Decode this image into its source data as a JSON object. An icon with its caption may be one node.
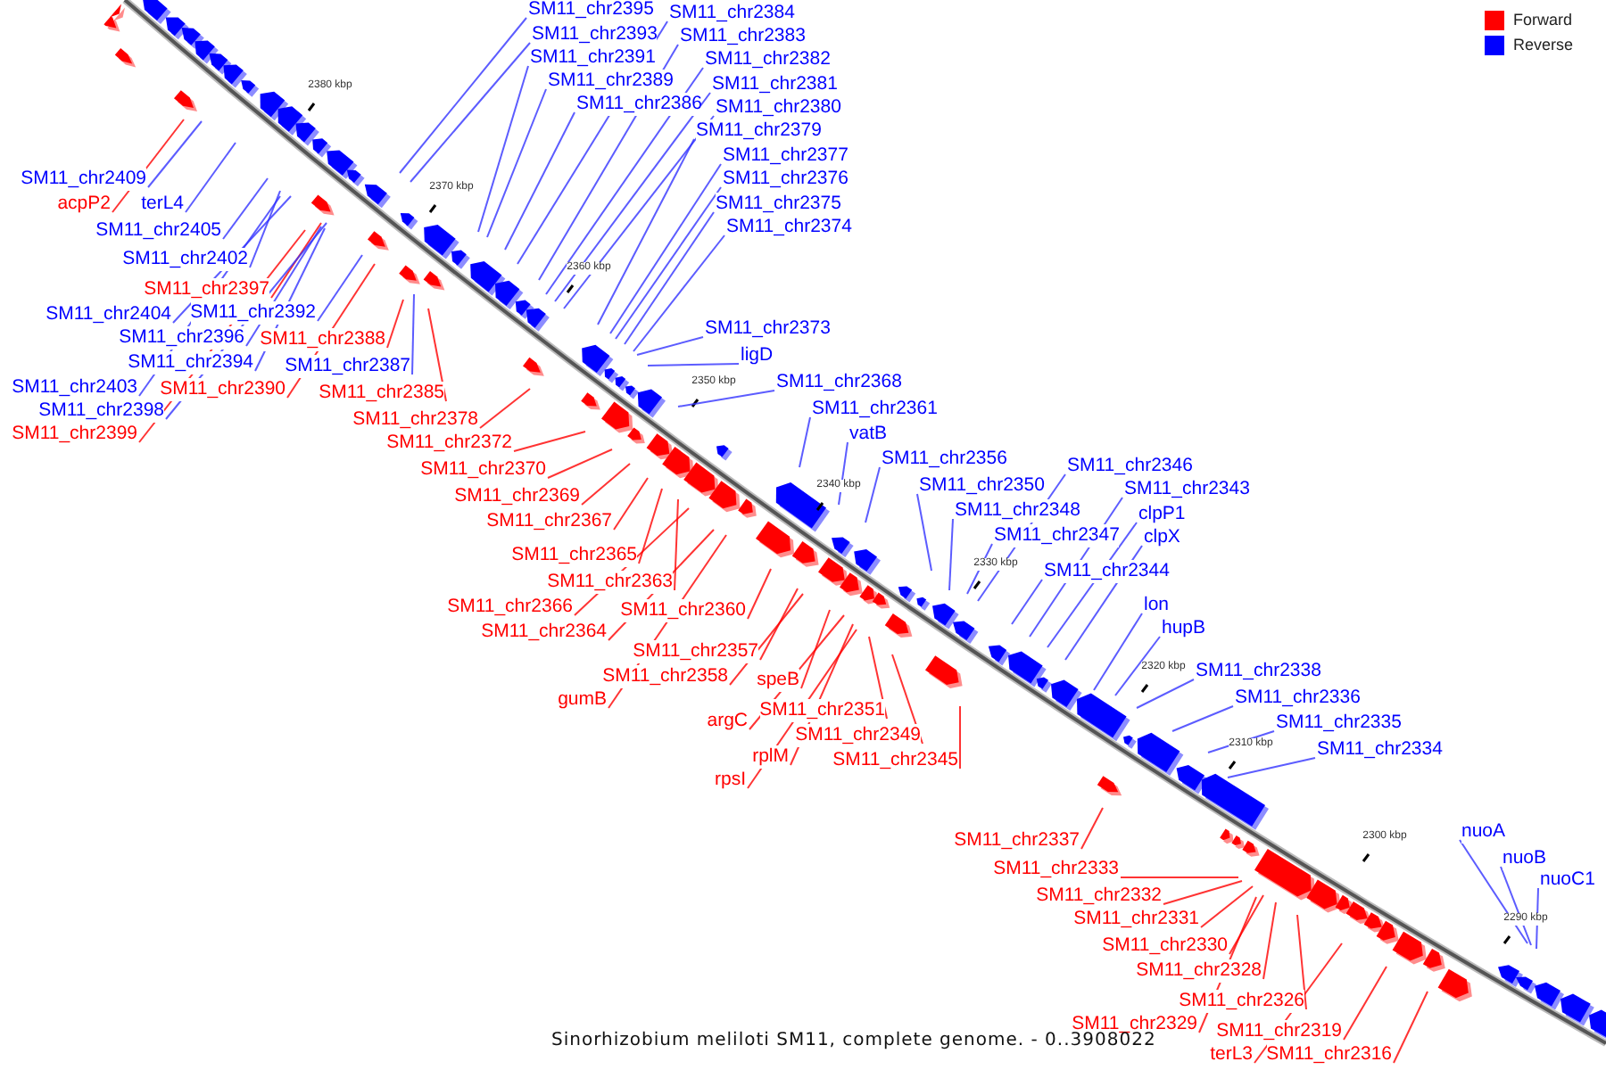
{
  "diagram": {
    "caption": "Sinorhizobium meliloti SM11, complete genome. - 0..3908022",
    "nodes": [
      {
        "text": [
          "SM11_chr2395"
        ]
      },
      {
        "text": [
          "SM11_chr2384"
        ]
      },
      {
        "text": [
          "SM11_chr2393"
        ]
      },
      {
        "text": [
          "SM11_chr2383"
        ]
      },
      {
        "text": [
          "SM11_chr2391"
        ]
      },
      {
        "text": [
          "SM11_chr2382"
        ]
      },
      {
        "text": [
          "SM11_chr2389"
        ]
      },
      {
        "text": [
          "SM11_chr2381"
        ]
      },
      {
        "text": [
          "SM11_chr2386"
        ]
      },
      {
        "text": [
          "SM11_chr2380"
        ]
      },
      {
        "text": [
          "SM11_chr2379"
        ]
      },
      {
        "text": [
          "SM11_chr2377"
        ]
      },
      {
        "text": [
          "SM11_chr2376"
        ]
      },
      {
        "text": [
          "SM11_chr2375"
        ]
      },
      {
        "text": [
          "SM11_chr2374"
        ]
      },
      {
        "text": [
          "SM11_chr2373"
        ]
      },
      {
        "text": [
          "ligD"
        ]
      },
      {
        "text": [
          "SM11_chr2368"
        ]
      },
      {
        "text": [
          "SM11_chr2361"
        ]
      },
      {
        "text": [
          "vatB"
        ]
      },
      {
        "text": [
          "SM11_chr2356"
        ]
      },
      {
        "text": [
          "SM11_chr2346"
        ]
      },
      {
        "text": [
          "SM11_chr2350"
        ]
      },
      {
        "text": [
          "SM11_chr2343"
        ]
      },
      {
        "text": [
          "SM11_chr2348"
        ]
      },
      {
        "text": [
          "clpP1"
        ]
      },
      {
        "text": [
          "SM11_chr2347"
        ]
      },
      {
        "text": [
          "clpX"
        ]
      },
      {
        "text": [
          "SM11_chr2344"
        ]
      },
      {
        "text": [
          "lon"
        ]
      },
      {
        "text": [
          "hupB"
        ]
      },
      {
        "text": [
          "SM11_chr2338"
        ]
      },
      {
        "text": [
          "SM11_chr2336"
        ]
      },
      {
        "text": [
          "SM11_chr2335"
        ]
      },
      {
        "text": [
          "SM11_chr2334"
        ]
      },
      {
        "text": [
          "nuoA"
        ]
      },
      {
        "text": [
          "nuoB"
        ]
      },
      {
        "text": [
          "nuoC1"
        ]
      },
      {
        "text": [
          "SM11_chr2409"
        ]
      },
      {
        "text": [
          "acpP2"
        ]
      },
      {
        "text": [
          "terL4"
        ]
      },
      {
        "text": [
          "SM11_chr2405"
        ]
      },
      {
        "text": [
          "SM11_chr2402"
        ]
      },
      {
        "text": [
          "SM11_chr2397"
        ]
      },
      {
        "text": [
          "SM11_chr2404"
        ]
      },
      {
        "text": [
          "SM11_chr2392"
        ]
      },
      {
        "text": [
          "SM11_chr2396"
        ]
      },
      {
        "text": [
          "SM11_chr2388"
        ]
      },
      {
        "text": [
          "SM11_chr2394"
        ]
      },
      {
        "text": [
          "SM11_chr2387"
        ]
      },
      {
        "text": [
          "SM11_chr2403"
        ]
      },
      {
        "text": [
          "SM11_chr2390"
        ]
      },
      {
        "text": [
          "SM11_chr2385"
        ]
      },
      {
        "text": [
          "SM11_chr2398"
        ]
      },
      {
        "text": [
          "SM11_chr2378"
        ]
      },
      {
        "text": [
          "SM11_chr2399"
        ]
      },
      {
        "text": [
          "SM11_chr2372"
        ]
      },
      {
        "text": [
          "SM11_chr2370"
        ]
      },
      {
        "text": [
          "SM11_chr2369"
        ]
      },
      {
        "text": [
          "SM11_chr2367"
        ]
      },
      {
        "text": [
          "SM11_chr2365"
        ]
      },
      {
        "text": [
          "SM11_chr2363"
        ]
      },
      {
        "text": [
          "SM11_chr2366"
        ]
      },
      {
        "text": [
          "SM11_chr2360"
        ]
      },
      {
        "text": [
          "SM11_chr2364"
        ]
      },
      {
        "text": [
          "SM11_chr2357"
        ]
      },
      {
        "text": [
          "SM11_chr2358"
        ]
      },
      {
        "text": [
          "speB"
        ]
      },
      {
        "text": [
          "gumB"
        ]
      },
      {
        "text": [
          "SM11_chr2351"
        ]
      },
      {
        "text": [
          "argC"
        ]
      },
      {
        "text": [
          "SM11_chr2349"
        ]
      },
      {
        "text": [
          "rplM"
        ]
      },
      {
        "text": [
          "SM11_chr2345"
        ]
      },
      {
        "text": [
          "rpsI"
        ]
      },
      {
        "text": [
          "SM11_chr2337"
        ]
      },
      {
        "text": [
          "SM11_chr2333"
        ]
      },
      {
        "text": [
          "SM11_chr2332"
        ]
      },
      {
        "text": [
          "SM11_chr2331"
        ]
      },
      {
        "text": [
          "SM11_chr2330"
        ]
      },
      {
        "text": [
          "SM11_chr2328"
        ]
      },
      {
        "text": [
          "SM11_chr2326"
        ]
      },
      {
        "text": [
          "SM11_chr2329"
        ]
      },
      {
        "text": [
          "SM11_chr2319"
        ]
      },
      {
        "text": [
          "terL3"
        ]
      },
      {
        "text": [
          "SM11_chr2316"
        ]
      }
    ],
    "edges": [
      {
        "from": 0,
        "to": null,
        "arrow": "none"
      },
      {
        "from": 1,
        "to": null,
        "arrow": "none"
      },
      {
        "from": 2,
        "to": null,
        "arrow": "none"
      },
      {
        "from": 3,
        "to": null,
        "arrow": "none"
      },
      {
        "from": 4,
        "to": null,
        "arrow": "none"
      },
      {
        "from": 5,
        "to": null,
        "arrow": "none"
      },
      {
        "from": 6,
        "to": null,
        "arrow": "none"
      },
      {
        "from": 7,
        "to": null,
        "arrow": "none"
      },
      {
        "from": 8,
        "to": null,
        "arrow": "none"
      },
      {
        "from": 9,
        "to": null,
        "arrow": "none"
      },
      {
        "from": 10,
        "to": null,
        "arrow": "none"
      },
      {
        "from": 11,
        "to": null,
        "arrow": "none"
      },
      {
        "from": 12,
        "to": null,
        "arrow": "none"
      },
      {
        "from": 13,
        "to": null,
        "arrow": "none"
      },
      {
        "from": 14,
        "to": null,
        "arrow": "none"
      },
      {
        "from": 15,
        "to": null,
        "arrow": "none"
      },
      {
        "from": 16,
        "to": null,
        "arrow": "none"
      },
      {
        "from": 17,
        "to": null,
        "arrow": "none"
      },
      {
        "from": 18,
        "to": null,
        "arrow": "none"
      },
      {
        "from": 19,
        "to": null,
        "arrow": "none"
      },
      {
        "from": 20,
        "to": null,
        "arrow": "none"
      },
      {
        "from": 21,
        "to": null,
        "arrow": "none"
      },
      {
        "from": 22,
        "to": null,
        "arrow": "none"
      },
      {
        "from": 23,
        "to": null,
        "arrow": "none"
      },
      {
        "from": 24,
        "to": null,
        "arrow": "none"
      },
      {
        "from": 25,
        "to": null,
        "arrow": "none"
      },
      {
        "from": 26,
        "to": null,
        "arrow": "none"
      },
      {
        "from": 27,
        "to": null,
        "arrow": "none"
      },
      {
        "from": 28,
        "to": null,
        "arrow": "none"
      },
      {
        "from": 29,
        "to": null,
        "arrow": "none"
      },
      {
        "from": 30,
        "to": null,
        "arrow": "none"
      },
      {
        "from": 31,
        "to": null,
        "arrow": "none"
      },
      {
        "from": 32,
        "to": null,
        "arrow": "none"
      },
      {
        "from": 33,
        "to": null,
        "arrow": "none"
      },
      {
        "from": 34,
        "to": null,
        "arrow": "none"
      },
      {
        "from": 35,
        "to": null,
        "arrow": "none"
      },
      {
        "from": 36,
        "to": null,
        "arrow": "none"
      },
      {
        "from": 37,
        "to": null,
        "arrow": "none"
      },
      {
        "from": 38,
        "to": null,
        "arrow": "none"
      },
      {
        "from": 39,
        "to": null,
        "arrow": "none",
        "color": "#ff0000"
      },
      {
        "from": 40,
        "to": null,
        "arrow": "none"
      },
      {
        "from": 41,
        "to": null,
        "arrow": "none"
      },
      {
        "from": 42,
        "to": null,
        "arrow": "none"
      },
      {
        "from": 43,
        "to": null,
        "arrow": "none",
        "color": "#ff0000"
      },
      {
        "from": 44,
        "to": null,
        "arrow": "none"
      },
      {
        "from": 45,
        "to": null,
        "arrow": "none"
      },
      {
        "from": 46,
        "to": null,
        "arrow": "none"
      },
      {
        "from": 47,
        "to": null,
        "arrow": "none",
        "color": "#ff0000"
      },
      {
        "from": 48,
        "to": null,
        "arrow": "none"
      },
      {
        "from": 49,
        "to": null,
        "arrow": "none"
      },
      {
        "from": 50,
        "to": null,
        "arrow": "none"
      },
      {
        "from": 51,
        "to": null,
        "arrow": "none",
        "color": "#ff0000"
      },
      {
        "from": 52,
        "to": null,
        "arrow": "none",
        "color": "#ff0000"
      },
      {
        "from": 53,
        "to": null,
        "arrow": "none"
      },
      {
        "from": 54,
        "to": null,
        "arrow": "none",
        "color": "#ff0000"
      },
      {
        "from": 55,
        "to": null,
        "arrow": "none",
        "color": "#ff0000"
      },
      {
        "from": 56,
        "to": null,
        "arrow": "none",
        "color": "#ff0000"
      },
      {
        "from": 57,
        "to": null,
        "arrow": "none",
        "color": "#ff0000"
      },
      {
        "from": 58,
        "to": null,
        "arrow": "none",
        "color": "#ff0000"
      },
      {
        "from": 59,
        "to": null,
        "arrow": "none",
        "color": "#ff0000"
      },
      {
        "from": 60,
        "to": null,
        "arrow": "none",
        "color": "#ff0000"
      },
      {
        "from": 61,
        "to": null,
        "arrow": "none",
        "color": "#ff0000"
      },
      {
        "from": 62,
        "to": null,
        "arrow": "none",
        "color": "#ff0000"
      },
      {
        "from": 63,
        "to": null,
        "arrow": "none",
        "color": "#ff0000"
      },
      {
        "from": 64,
        "to": null,
        "arrow": "none",
        "color": "#ff0000"
      },
      {
        "from": 65,
        "to": null,
        "arrow": "none",
        "color": "#ff0000"
      },
      {
        "from": 66,
        "to": null,
        "arrow": "none",
        "color": "#ff0000"
      },
      {
        "from": 67,
        "to": null,
        "arrow": "none",
        "color": "#ff0000"
      },
      {
        "from": 68,
        "to": null,
        "arrow": "none",
        "color": "#ff0000"
      },
      {
        "from": 69,
        "to": null,
        "arrow": "none",
        "color": "#ff0000"
      },
      {
        "from": 70,
        "to": null,
        "arrow": "none",
        "color": "#ff0000"
      },
      {
        "from": 71,
        "to": null,
        "arrow": "none",
        "color": "#ff0000"
      },
      {
        "from": 72,
        "to": null,
        "arrow": "none",
        "color": "#ff0000"
      },
      {
        "from": 73,
        "to": null,
        "arrow": "none",
        "color": "#ff0000"
      },
      {
        "from": 74,
        "to": null,
        "arrow": "none",
        "color": "#ff0000"
      },
      {
        "from": 75,
        "to": null,
        "arrow": "none",
        "color": "#ff0000"
      },
      {
        "from": 76,
        "to": null,
        "arrow": "none",
        "color": "#ff0000"
      },
      {
        "from": 77,
        "to": null,
        "arrow": "none",
        "color": "#ff0000"
      },
      {
        "from": 78,
        "to": null,
        "arrow": "none",
        "color": "#ff0000"
      },
      {
        "from": 79,
        "to": null,
        "arrow": "none",
        "color": "#ff0000"
      },
      {
        "from": 80,
        "to": null,
        "arrow": "none",
        "color": "#ff0000"
      },
      {
        "from": 81,
        "to": null,
        "arrow": "none",
        "color": "#ff0000"
      },
      {
        "from": 82,
        "to": null,
        "arrow": "none",
        "color": "#ff0000"
      },
      {
        "from": 83,
        "to": null,
        "arrow": "none",
        "color": "#ff0000"
      },
      {
        "from": 84,
        "to": null,
        "arrow": "none",
        "color": "#ff0000"
      },
      {
        "from": 85,
        "to": null,
        "arrow": "none",
        "color": "#ff0000"
      }
    ],
    "labels": [
      "2380 kbp",
      "2370 kbp",
      "2360 kbp",
      "2350 kbp",
      "2340 kbp",
      "2330 kbp",
      "2320 kbp",
      "2310 kbp",
      "2300 kbp",
      "2290 kbp"
    ],
    "legend": [
      {
        "text": "Forward",
        "color": "#ff0000"
      },
      {
        "text": "Reverse",
        "color": "#0000ff"
      }
    ]
  }
}
